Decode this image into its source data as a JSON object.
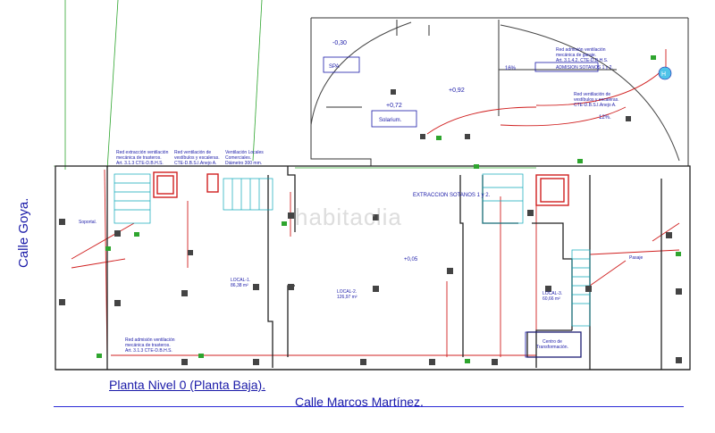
{
  "title": "Planta Nivel 0 (Planta Baja).",
  "streets": {
    "bottom": "Calle Marcos Martínez.",
    "left": "Calle Goya."
  },
  "watermark": "habitaclia",
  "rooms": {
    "spa": "SPA",
    "solarium": "Solarium.",
    "soportal": "Soportal.",
    "local1": "LOCAL-1.",
    "local1_area": "86,38 m²",
    "local2": "LOCAL-2.",
    "local2_area": "126,97 m²",
    "local3": "LOCAL-3.",
    "local3_area": "60,66 m²",
    "centro": "Centro de",
    "centro2": "Transformación.",
    "pasaje": "Pasaje"
  },
  "levels": {
    "l1": "-0,30",
    "l2": "+0,92",
    "l3": "+0,72",
    "l4": "+0,05"
  },
  "slopes": {
    "s1": "16%",
    "s2": "12%."
  },
  "notes": {
    "admision_garaje_1": "Red admisión ventilación",
    "admision_garaje_2": "mecánica de garaje.",
    "admision_garaje_3": "Art. 3.1.4.2. CTE-D.B.H.S.",
    "admision_sotanos": "ADMISION SOTANOS 1 y 2.",
    "vent_vest_1": "Red ventilación de",
    "vent_vest_2": "vestíbulos y escaleras.",
    "vent_vest_3": "CTE-D.B.S.I.Anejo A.",
    "extr_trast_1": "Red extracción ventilación",
    "extr_trast_2": "mecánica de trasteros.",
    "extr_trast_3": "Art. 3.1.3 CTE-D.B.H.S.",
    "vent_vest_b1": "Red ventilación de",
    "vent_vest_b2": "vestíbulos y escaleras.",
    "vent_vest_b3": "CTE-D.B.S.I.Anejo A.",
    "vent_loc_1": "Ventilación Locales",
    "vent_loc_2": "Comerciales.",
    "vent_loc_3": "Diámetro 300 mm.",
    "extraccion": "EXTRACCION SOTANOS 1 y 2.",
    "adm_trast_1": "Red admisión ventilación",
    "adm_trast_2": "mecánica de trasteros.",
    "adm_trast_3": "Art. 3.1.3 CTE-D.B.H.S."
  }
}
